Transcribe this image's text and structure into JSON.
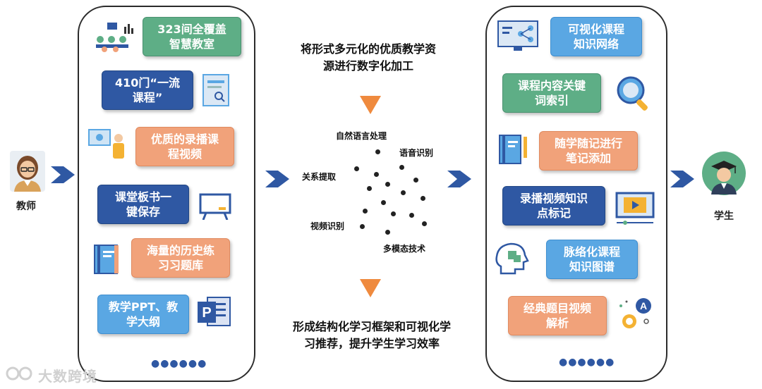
{
  "teacher_label": "教师",
  "student_label": "学生",
  "left_cards": [
    {
      "text": "323间全覆盖\n智慧教室"
    },
    {
      "text": "410门“一流\n课程”"
    },
    {
      "text": "优质的录播课\n程视频"
    },
    {
      "text": "课堂板书一\n键保存"
    },
    {
      "text": "海量的历史练\n习习题库"
    },
    {
      "text": "教学PPT、教\n学大纲"
    }
  ],
  "right_cards": [
    {
      "text": "可视化课程\n知识网络"
    },
    {
      "text": "课程内容关键\n词索引"
    },
    {
      "text": "随学随记进行\n笔记添加"
    },
    {
      "text": "录播视频知识\n点标记"
    },
    {
      "text": "脉络化课程\n知识图谱"
    },
    {
      "text": "经典题目视频\n解析"
    }
  ],
  "center_top": "将形式多元化的优质教学资\n源进行数字化加工",
  "center_bottom": "形成结构化学习框架和可视化学\n习推荐，提升学生学习效率",
  "tech_labels": {
    "nlp": "自然语言处理",
    "speech": "语音识别",
    "relation": "关系提取",
    "video": "视频识别",
    "multimodal": "多模态技术"
  },
  "pagination_dots": "●●●●●●",
  "watermark": "大数跨境",
  "colors": {
    "green": "#5eae86",
    "navy": "#2f58a3",
    "peach": "#f1a27a",
    "blue": "#5aa7e3",
    "arrow": "#2f58a3",
    "triangle": "#ef8a3e"
  }
}
